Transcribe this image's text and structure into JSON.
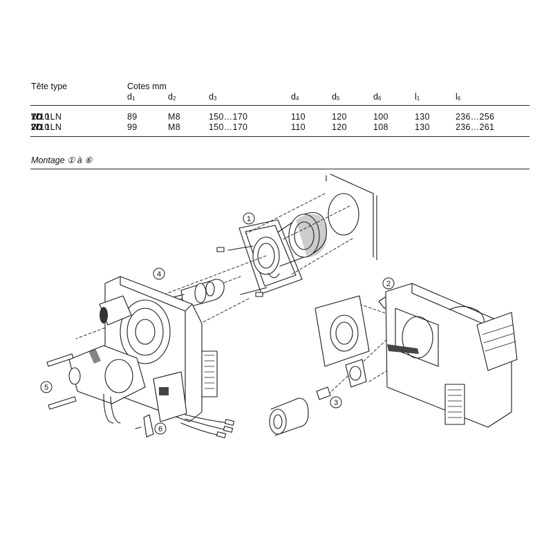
{
  "table": {
    "head_type_label": "Tête type",
    "dims_label": "Cotes mm",
    "columns": [
      {
        "base": "d",
        "sub": "1"
      },
      {
        "base": "d",
        "sub": "2"
      },
      {
        "base": "d",
        "sub": "3"
      },
      {
        "base": "d",
        "sub": "4"
      },
      {
        "base": "d",
        "sub": "5"
      },
      {
        "base": "d",
        "sub": "6"
      },
      {
        "base": "l",
        "sub": "1"
      },
      {
        "base": "l",
        "sub": "6"
      }
    ],
    "rows": [
      {
        "prefix": "W10 ",
        "bold": "1D",
        "suffix": " 1LN",
        "values": [
          "89",
          "M8",
          "150…170",
          "110",
          "120",
          "100",
          "130",
          "236…256"
        ]
      },
      {
        "prefix": "W10 ",
        "bold": "2D",
        "suffix": " 1LN",
        "values": [
          "99",
          "M8",
          "150…170",
          "110",
          "120",
          "108",
          "130",
          "236…261"
        ]
      }
    ]
  },
  "montage": {
    "label": "Montage ① à ⑥"
  },
  "callouts": [
    "1",
    "2",
    "3",
    "4",
    "5",
    "6"
  ]
}
